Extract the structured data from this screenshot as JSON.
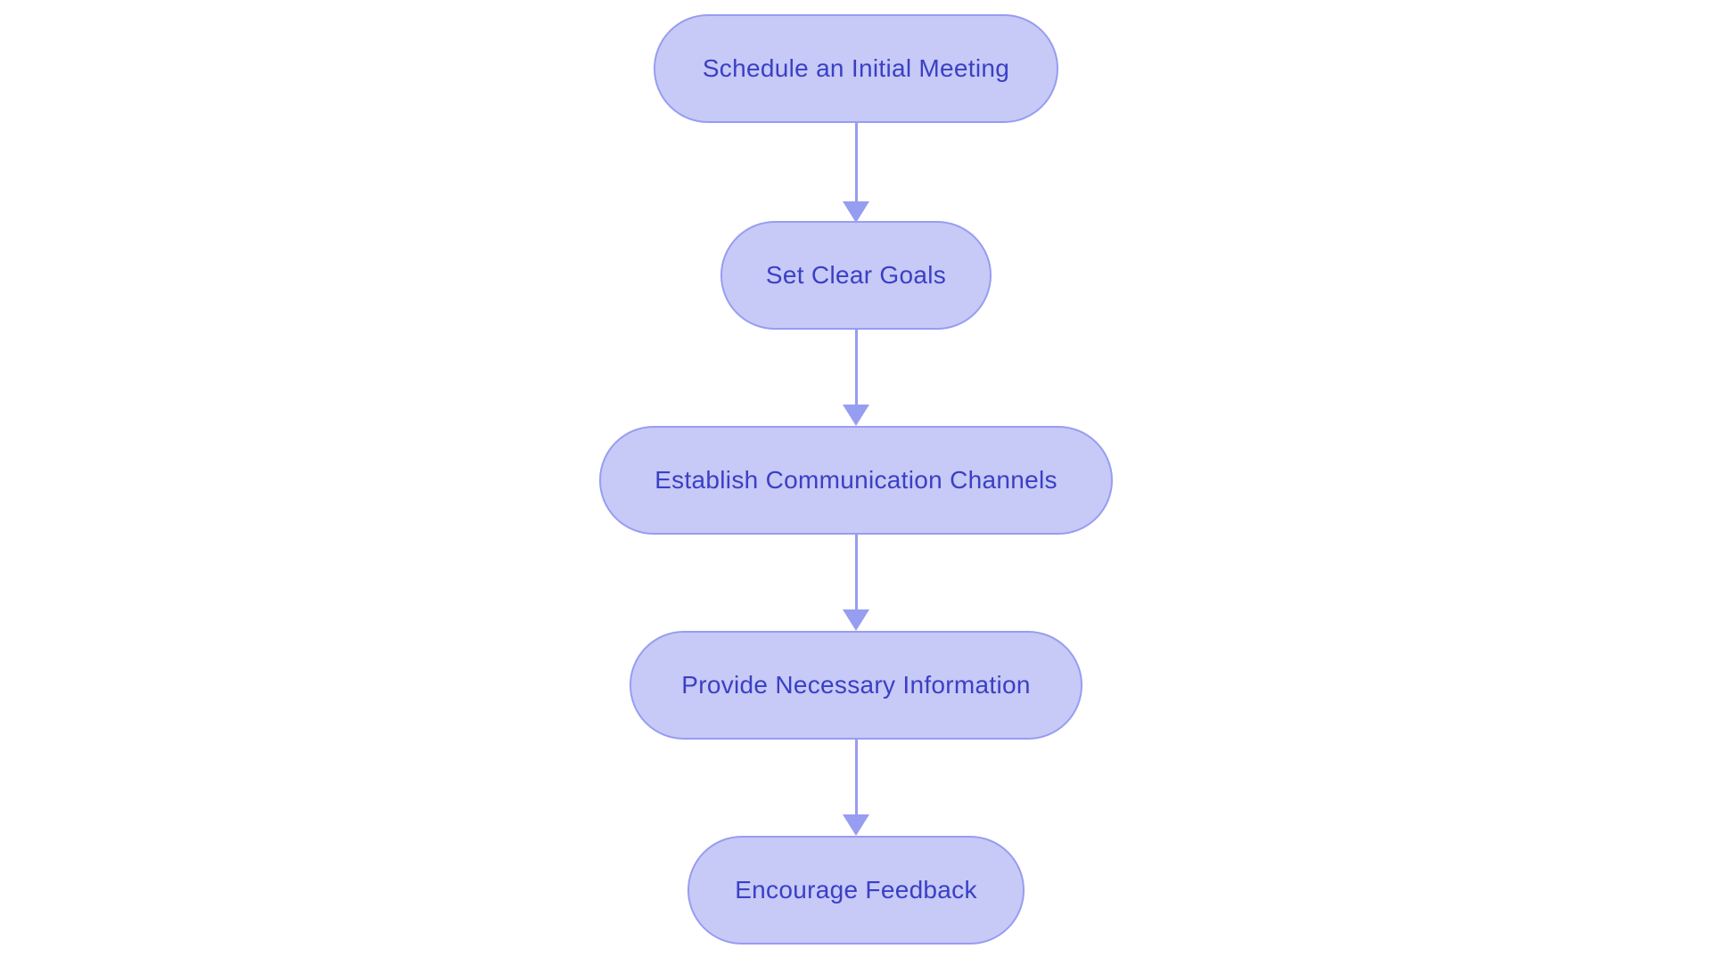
{
  "diagram": {
    "type": "flowchart",
    "orientation": "top-down",
    "colors": {
      "background": "#ffffff",
      "node_fill": "#c7c9f7",
      "node_border": "#979df0",
      "arrow": "#979df0",
      "text": "#3a40c4"
    },
    "nodes": [
      {
        "id": "n1",
        "label": "Schedule an Initial Meeting"
      },
      {
        "id": "n2",
        "label": "Set Clear Goals"
      },
      {
        "id": "n3",
        "label": "Establish Communication Channels"
      },
      {
        "id": "n4",
        "label": "Provide Necessary Information"
      },
      {
        "id": "n5",
        "label": "Encourage Feedback"
      }
    ],
    "edges": [
      {
        "from": "n1",
        "to": "n2"
      },
      {
        "from": "n2",
        "to": "n3"
      },
      {
        "from": "n3",
        "to": "n4"
      },
      {
        "from": "n4",
        "to": "n5"
      }
    ]
  }
}
